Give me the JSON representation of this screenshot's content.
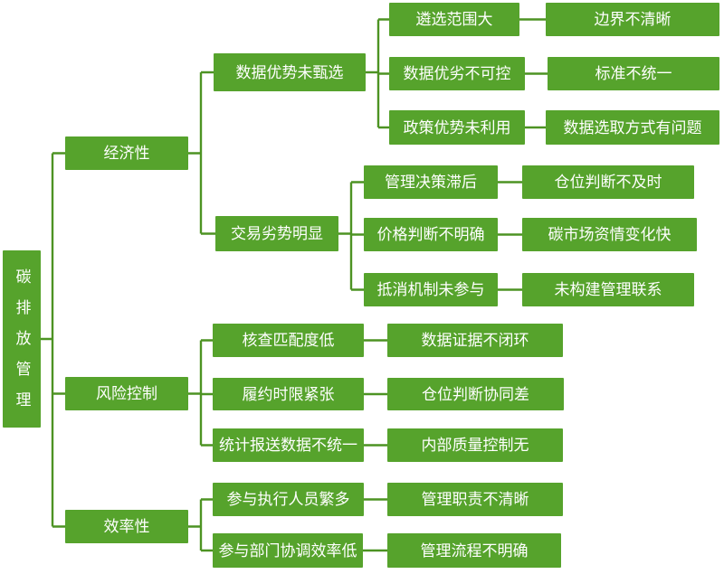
{
  "colors": {
    "node_green": "#56a32c",
    "line_green": "#4d9323",
    "background": "#ffffff",
    "node_text": "#ffffff"
  },
  "tree": {
    "root": {
      "label": "碳排放管理"
    },
    "branches": [
      {
        "label": "经济性",
        "children": [
          {
            "label": "数据优势未甄选",
            "children": [
              {
                "label": "遴选范围大",
                "children": [
                  {
                    "label": "边界不清晰"
                  }
                ]
              },
              {
                "label": "数据优劣不可控",
                "children": [
                  {
                    "label": "标准不统一"
                  }
                ]
              },
              {
                "label": "政策优势未利用",
                "children": [
                  {
                    "label": "数据选取方式有问题"
                  }
                ]
              }
            ]
          },
          {
            "label": "交易劣势明显",
            "children": [
              {
                "label": "管理决策滞后",
                "children": [
                  {
                    "label": "仓位判断不及时"
                  }
                ]
              },
              {
                "label": "价格判断不明确",
                "children": [
                  {
                    "label": "碳市场资情变化快"
                  }
                ]
              },
              {
                "label": "抵消机制未参与",
                "children": [
                  {
                    "label": "未构建管理联系"
                  }
                ]
              }
            ]
          }
        ]
      },
      {
        "label": "风险控制",
        "children": [
          {
            "label": "核查匹配度低",
            "children": [
              {
                "label": "数据证据不闭环"
              }
            ]
          },
          {
            "label": "履约时限紧张",
            "children": [
              {
                "label": "仓位判断协同差"
              }
            ]
          },
          {
            "label": "统计报送数据不统一",
            "children": [
              {
                "label": "内部质量控制无"
              }
            ]
          }
        ]
      },
      {
        "label": "效率性",
        "children": [
          {
            "label": "参与执行人员繁多",
            "children": [
              {
                "label": "管理职责不清晰"
              }
            ]
          },
          {
            "label": "参与部门协调效率低",
            "children": [
              {
                "label": "管理流程不明确"
              }
            ]
          }
        ]
      }
    ]
  }
}
